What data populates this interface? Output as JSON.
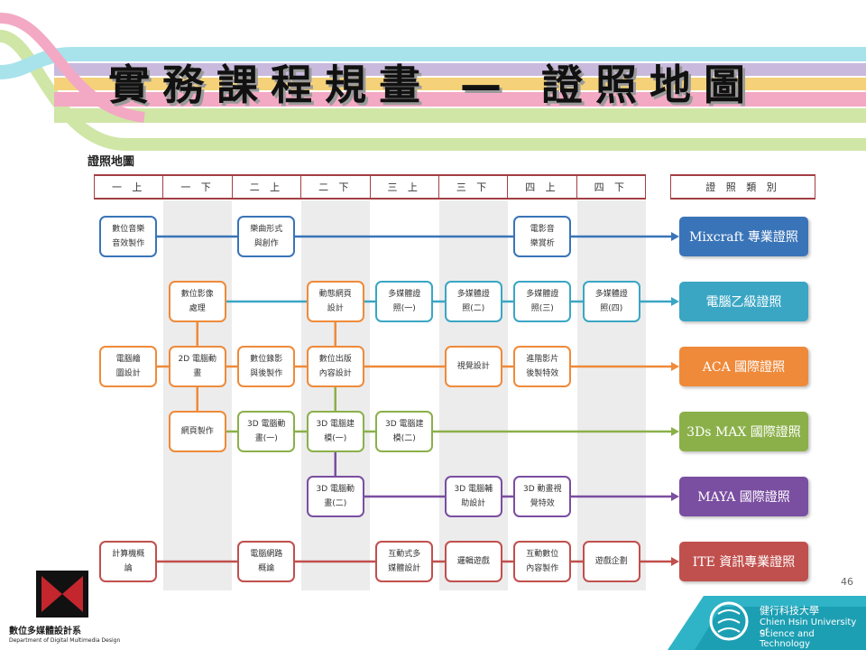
{
  "slide": {
    "title": "實務課程規畫 — 證照地圖",
    "map_label": "證照地圖",
    "page_number": "46"
  },
  "semesters": [
    "一 上",
    "一 下",
    "二 上",
    "二 下",
    "三 上",
    "三 下",
    "四 上",
    "四 下"
  ],
  "cert_header": "證 照 類 別",
  "certs": [
    {
      "label": "Mixcraft 專業證照",
      "color": "#3a74b8"
    },
    {
      "label": "電腦乙級證照",
      "color": "#3aa6c4"
    },
    {
      "label": "ACA 國際證照",
      "color": "#ef8a3a"
    },
    {
      "label": "3Ds MAX 國際證照",
      "color": "#8bb04a"
    },
    {
      "label": "MAYA 國際證照",
      "color": "#7a4ea0"
    },
    {
      "label": "ITE 資訊專業證照",
      "color": "#c0504d"
    }
  ],
  "nodes": [
    {
      "row": 0,
      "col": 0,
      "text": "數位音樂\n音效製作"
    },
    {
      "row": 0,
      "col": 2,
      "text": "樂曲形式\n與創作"
    },
    {
      "row": 0,
      "col": 6,
      "text": "電影音\n樂賞析"
    },
    {
      "row": 1,
      "col": 1,
      "text": "數位影像\n處理",
      "color": "#ef8a3a"
    },
    {
      "row": 1,
      "col": 3,
      "text": "動態網頁\n設計",
      "color": "#ef8a3a"
    },
    {
      "row": 1,
      "col": 4,
      "text": "多媒體證\n照(一)"
    },
    {
      "row": 1,
      "col": 5,
      "text": "多媒體證\n照(二)"
    },
    {
      "row": 1,
      "col": 6,
      "text": "多媒體證\n照(三)"
    },
    {
      "row": 1,
      "col": 7,
      "text": "多媒體證\n照(四)"
    },
    {
      "row": 2,
      "col": 0,
      "text": "電腦繪\n圖設計"
    },
    {
      "row": 2,
      "col": 1,
      "text": "2D 電腦動\n畫"
    },
    {
      "row": 2,
      "col": 2,
      "text": "數位錄影\n與後製作"
    },
    {
      "row": 2,
      "col": 3,
      "text": "數位出版\n內容設計"
    },
    {
      "row": 2,
      "col": 5,
      "text": "視覺設計"
    },
    {
      "row": 2,
      "col": 6,
      "text": "進階影片\n後製特效"
    },
    {
      "row": 3,
      "col": 1,
      "text": "網頁製作",
      "color": "#ef8a3a"
    },
    {
      "row": 3,
      "col": 2,
      "text": "3D 電腦動\n畫(一)"
    },
    {
      "row": 3,
      "col": 3,
      "text": "3D 電腦建\n模(一)"
    },
    {
      "row": 3,
      "col": 4,
      "text": "3D 電腦建\n模(二)"
    },
    {
      "row": 4,
      "col": 3,
      "text": "3D 電腦動\n畫(二)"
    },
    {
      "row": 4,
      "col": 5,
      "text": "3D 電腦輔\n助設計"
    },
    {
      "row": 4,
      "col": 6,
      "text": "3D 動畫視\n覺特效"
    },
    {
      "row": 5,
      "col": 0,
      "text": "計算機概\n論"
    },
    {
      "row": 5,
      "col": 2,
      "text": "電腦網路\n概論"
    },
    {
      "row": 5,
      "col": 4,
      "text": "互動式多\n媒體設計"
    },
    {
      "row": 5,
      "col": 5,
      "text": "邏輯遊戲"
    },
    {
      "row": 5,
      "col": 6,
      "text": "互動數位\n內容製作"
    },
    {
      "row": 5,
      "col": 7,
      "text": "遊戲企劃"
    }
  ],
  "footer": {
    "dept_cn": "數位多媒體設計系",
    "dept_en": "Department of Digital Multimedia Design",
    "uni_cn": "健行科技大學",
    "uni_en_1": "Chien Hsin University of",
    "uni_en_2": "Science and Technology"
  }
}
